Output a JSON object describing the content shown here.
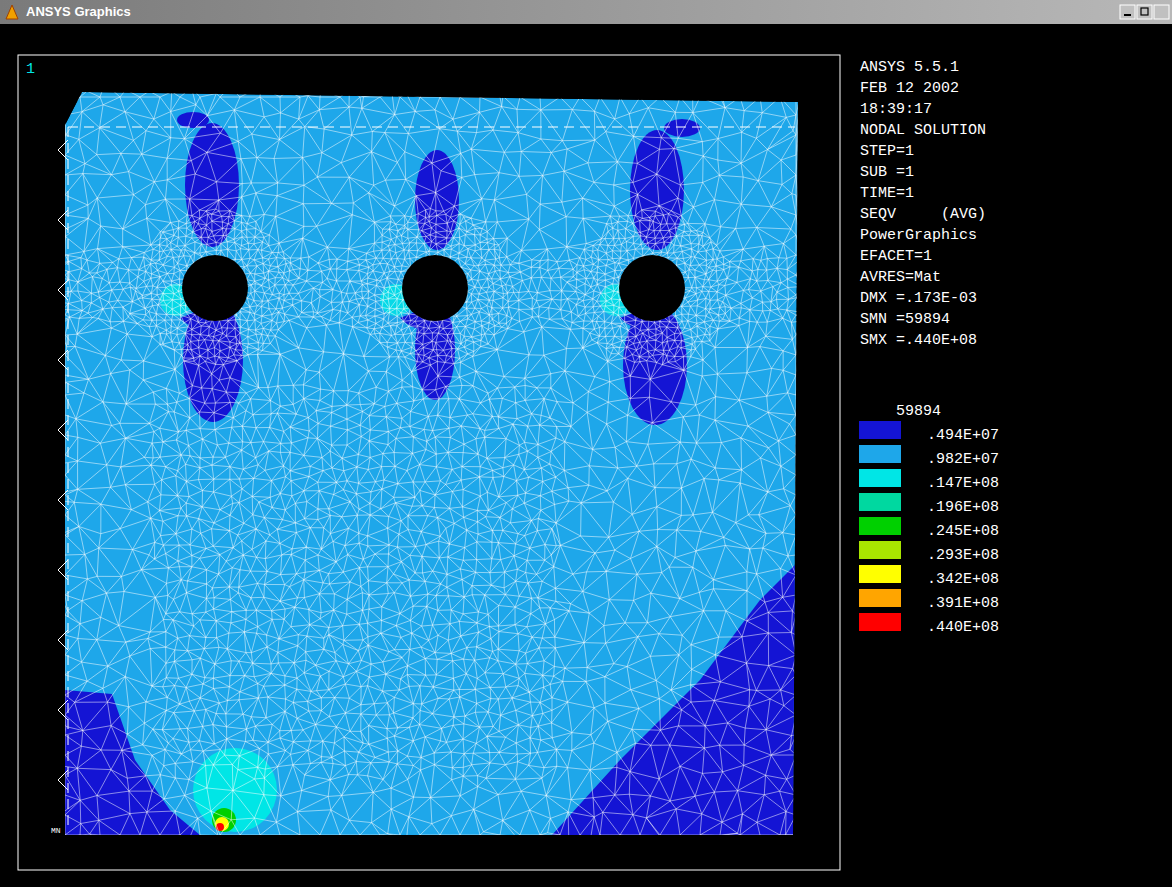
{
  "diagram": {
    "title": "ANSYS Graphics",
    "labels": [
      "1",
      "ANSYS 5.5.1",
      "FEB 12 2002",
      "18:39:17",
      "NODAL SOLUTION",
      "STEP=1",
      "SUB =1",
      "TIME=1",
      "SEQV     (AVG)",
      "PowerGraphics",
      "EFACET=1",
      "AVRES=Mat",
      "DMX =.173E-03",
      "SMN =59894",
      "SMX =.440E+08",
      "59894",
      "MN"
    ],
    "legend": [
      {
        "text": ".494E+07",
        "color": "#1414d4"
      },
      {
        "text": ".982E+07",
        "color": "#1ea7ea"
      },
      {
        "text": ".147E+08",
        "color": "#00e6e6"
      },
      {
        "text": ".196E+08",
        "color": "#00d8a0"
      },
      {
        "text": ".245E+08",
        "color": "#00d000"
      },
      {
        "text": ".293E+08",
        "color": "#a8e600"
      },
      {
        "text": ".342E+08",
        "color": "#ffff00"
      },
      {
        "text": ".391E+08",
        "color": "#ffa500"
      },
      {
        "text": ".440E+08",
        "color": "#ff0000"
      }
    ]
  }
}
